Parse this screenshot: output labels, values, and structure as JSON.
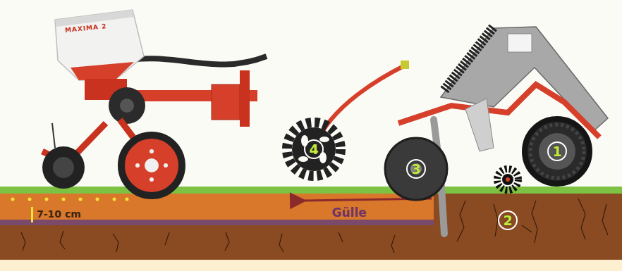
{
  "diagram": {
    "labels": [
      "MAXIMA 2",
      "4",
      "3",
      "1",
      "7-10 cm",
      "Gülle",
      "2"
    ]
  }
}
